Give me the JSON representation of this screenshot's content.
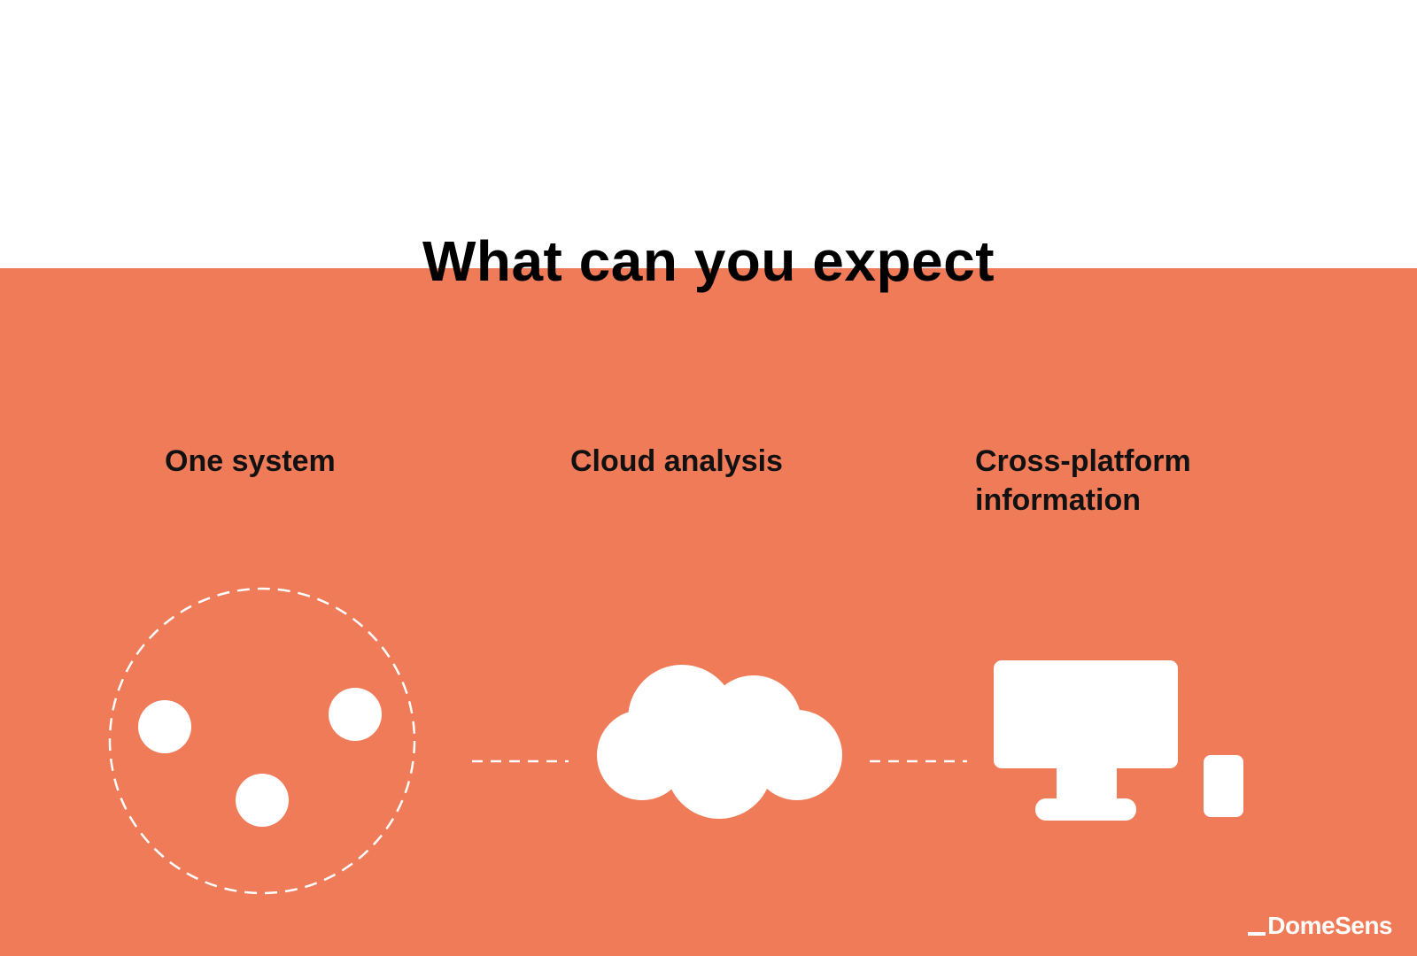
{
  "slide": {
    "title": "What can you expect",
    "background_color": "#ffffff",
    "band_color": "#ef7b58",
    "icon_color": "#ffffff"
  },
  "features": [
    {
      "label": "One system",
      "icon": "sensor-nodes-icon"
    },
    {
      "label": "Cloud analysis",
      "icon": "cloud-icon"
    },
    {
      "label": "Cross-platform\ninformation",
      "icon": "devices-icon"
    }
  ],
  "brand": {
    "logo_text": "DomeSens"
  }
}
